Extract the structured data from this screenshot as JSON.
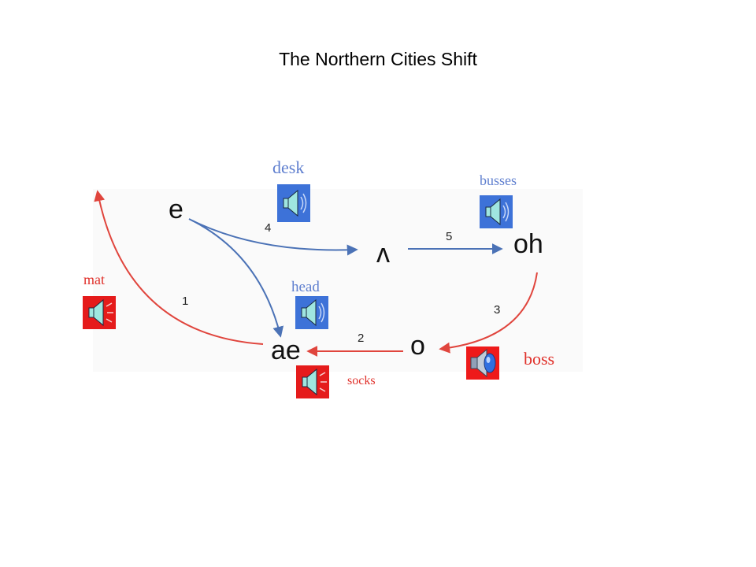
{
  "title": "The Northern Cities Shift",
  "vowels": {
    "e": "e",
    "wedge": "ʌ",
    "oh": "oh",
    "ae": "ae",
    "o": "o"
  },
  "steps": {
    "one": "1",
    "two": "2",
    "three": "3",
    "four": "4",
    "five": "5"
  },
  "words": {
    "desk": "desk",
    "busses": "busses",
    "mat": "mat",
    "head": "head",
    "boss": "boss",
    "socks": "socks"
  },
  "colors": {
    "blue_arrow": "#4b72b6",
    "red_arrow": "#e0453d",
    "blue_word": "#5f7fcf",
    "red_word": "#e0302a",
    "speaker_blue": "#3d72d8",
    "speaker_red": "#e51b1b"
  },
  "icons": {
    "speaker": "speaker-icon"
  }
}
